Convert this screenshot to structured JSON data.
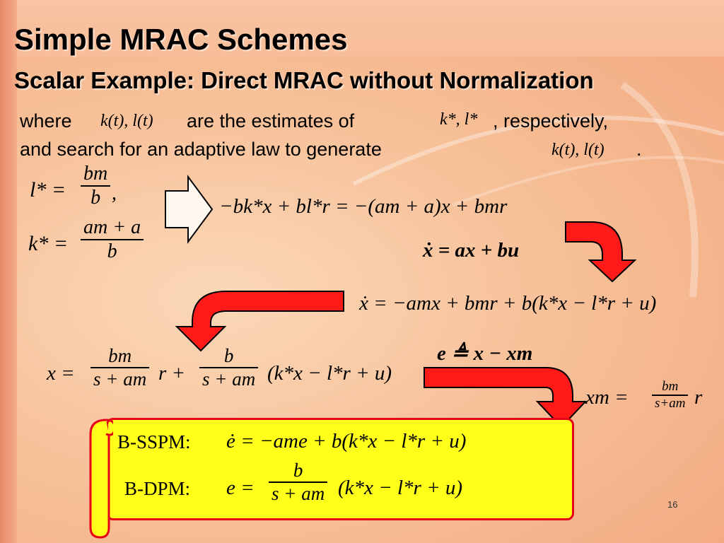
{
  "slide": {
    "title": "Simple MRAC Schemes",
    "subtitle": "Scalar Example: Direct MRAC without Normalization",
    "page_number": "16",
    "colors": {
      "arrow": "#ff1a1a",
      "callout_fill": "#ffff1a",
      "callout_border": "#e5001a"
    }
  },
  "text": {
    "line1_where": "where",
    "line1_ktlt": "k(t), l(t)",
    "line1_mid": "are the estimates of",
    "line1_kl": "k*, l*",
    "line1_end": ", respectively,",
    "line2": "and search for an adaptive law to generate",
    "line2_ktlt": "k(t), l(t)",
    "line2_end": "."
  },
  "equations": {
    "lstar_lhs": "l* =",
    "lstar_num": "bm",
    "lstar_den": "b",
    "lstar_comma": ",",
    "kstar_lhs": "k* =",
    "kstar_num": "am + a",
    "kstar_den": "b",
    "matching": "−bk*x + bl*r = −(am + a)x + bmr",
    "plant": "ẋ = ax + bu",
    "closed_loop": "ẋ = −amx + bmr + b(k*x − l*r + u)",
    "error_def": "e ≜ x − xm",
    "x_lhs": "x =",
    "x_frac1_num": "bm",
    "x_frac1_den": "s + am",
    "x_r_plus": "r +",
    "x_frac2_num": "b",
    "x_frac2_den": "s + am",
    "x_tail": "(k*x − l*r + u)",
    "xm_lhs": "xm =",
    "xm_num": "bm",
    "xm_den": "s+am",
    "xm_r": "r"
  },
  "callout": {
    "bsspm_label": "B-SSPM:",
    "bsspm_eq": "ė = −ame + b(k*x − l*r + u)",
    "bdpm_label": "B-DPM:",
    "bdpm_lhs": "e =",
    "bdpm_num": "b",
    "bdpm_den": "s + am",
    "bdpm_tail": "(k*x − l*r + u)"
  }
}
